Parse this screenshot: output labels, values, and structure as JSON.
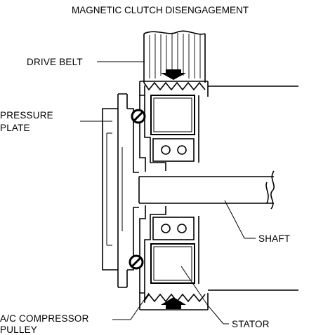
{
  "title": "MAGNETIC CLUTCH DISENGAGEMENT",
  "labels": {
    "drive_belt": "DRIVE BELT",
    "pressure_plate_line1": "PRESSURE",
    "pressure_plate_line2": "PLATE",
    "shaft": "SHAFT",
    "pulley_line1": "A/C COMPRESSOR",
    "pulley_line2": "PULLEY",
    "stator": "STATOR"
  }
}
